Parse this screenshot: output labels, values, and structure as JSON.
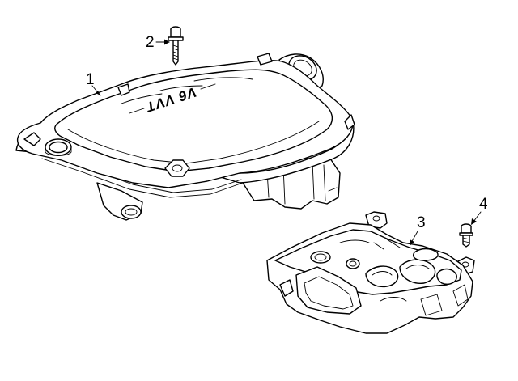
{
  "callouts": [
    {
      "id": "1",
      "label": "1"
    },
    {
      "id": "2",
      "label": "2"
    },
    {
      "id": "3",
      "label": "3"
    },
    {
      "id": "4",
      "label": "4"
    }
  ],
  "engine_cover": {
    "badge_text": "V6 VVT"
  },
  "colors": {
    "line": "#000000",
    "background": "#ffffff"
  }
}
